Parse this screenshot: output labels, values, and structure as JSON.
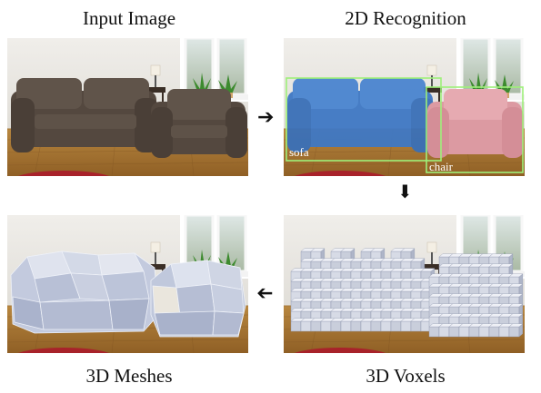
{
  "panels": {
    "input_image": {
      "title": "Input Image"
    },
    "recognition_2d": {
      "title": "2D Recognition",
      "detections": [
        {
          "label": "sofa",
          "mask_color": "#3f78c4",
          "box_color": "#9ef07a"
        },
        {
          "label": "chair",
          "mask_color": "#e2a0a8",
          "box_color": "#9ef07a"
        }
      ]
    },
    "voxels_3d": {
      "title": "3D Voxels",
      "voxel_color": "#d7dbe6"
    },
    "meshes_3d": {
      "title": "3D Meshes",
      "mesh_color": "#c9d0e2"
    }
  },
  "flow_arrows": [
    "right",
    "down",
    "left"
  ],
  "colors": {
    "sofa_fabric": "#5a4e48",
    "floor": "#b5823f",
    "wall": "#e6e4de",
    "rug": "#a8222a"
  }
}
